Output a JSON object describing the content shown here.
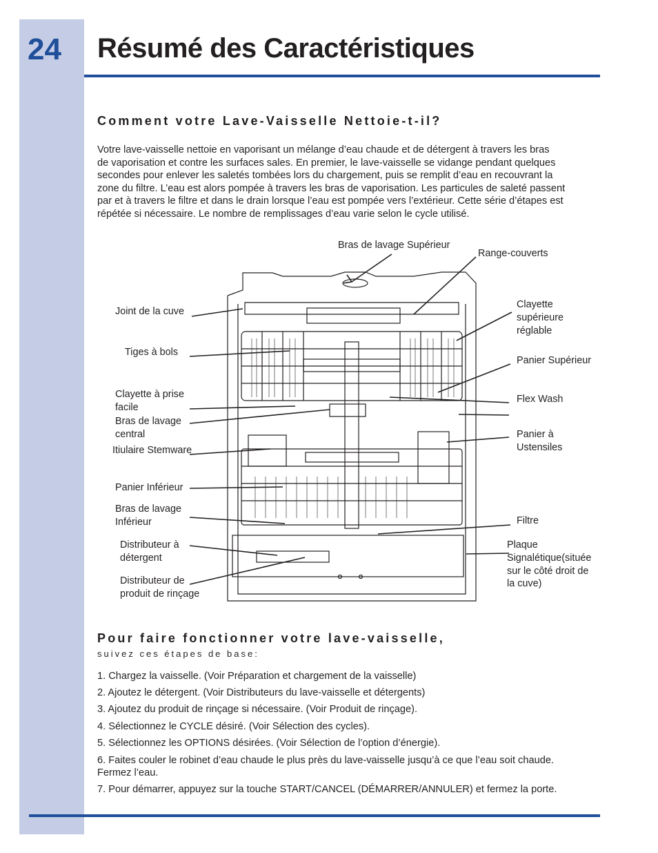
{
  "page": {
    "number": "24",
    "title": "Résumé des Caractéristiques"
  },
  "section1": {
    "heading": "Comment votre Lave-Vaisselle Nettoie-t-il?",
    "lines": [
      "Votre lave-vaisselle nettoie en vaporisant un mélange d’eau chaude et de détergent à travers les bras",
      "de vaporisation et contre les surfaces sales. En premier, le lave-vaisselle se vidange pendant quelques",
      "secondes pour enlever les saletés tombées lors du chargement, puis se remplit d’eau en recouvrant la",
      "zone du filtre. L’eau est alors pompée à travers les bras de vaporisation. Les particules de saleté passent",
      "par et à travers le filtre et dans le drain lorsque l’eau est pompée vers l’extérieur. Cette série d’étapes est",
      "répétée si nécessaire. Le nombre de remplissages d’eau varie selon le cycle utilisé."
    ]
  },
  "diagram": {
    "labels": {
      "bras_superieur": "Bras de lavage Supérieur",
      "range_couverts": "Range-couverts",
      "joint_cuve": "Joint de la cuve",
      "clayette_sup_1": "Clayette",
      "clayette_sup_2": "supérieure",
      "clayette_sup_3": "réglable",
      "tiges_bols": "Tiges à bols",
      "panier_superieur": "Panier Supérieur",
      "clayette_prise_1": "Clayette à prise",
      "clayette_prise_2": "facile",
      "flex_wash": "Flex Wash",
      "bras_central_1": "Bras de lavage",
      "bras_central_2": "central",
      "panier_ustensiles_1": "Panier à",
      "panier_ustensiles_2": "Ustensiles",
      "stemware": "Itiulaire Stemware",
      "panier_inferieur": "Panier Inférieur",
      "bras_inferieur_1": "Bras de lavage",
      "bras_inferieur_2": "Inférieur",
      "filtre": "Filtre",
      "distributeur_det_1": "Distributeur à",
      "distributeur_det_2": "détergent",
      "plaque_1": "Plaque",
      "plaque_2": "Signalétique(située",
      "plaque_3": "sur le côté droit de",
      "plaque_4": "la cuve)",
      "distributeur_rinc_1": "Distributeur de",
      "distributeur_rinc_2": "produit de rinçage"
    }
  },
  "section2": {
    "heading": "Pour faire fonctionner votre lave-vaisselle,",
    "subheading": "suivez ces étapes de base:",
    "steps": [
      "1.  Chargez la vaisselle. (Voir Préparation et chargement de la vaisselle)",
      "2.  Ajoutez le détergent. (Voir Distributeurs du lave-vaisselle et détergents)",
      "3.  Ajoutez du produit de rinçage si nécessaire. (Voir Produit de rinçage).",
      "4.  Sélectionnez le CYCLE désiré. (Voir Sélection des cycles).",
      "5.  Sélectionnez les OPTIONS désirées. (Voir Sélection de l’option d’énergie).",
      "6.  Faites couler le robinet d’eau chaude le plus près du lave-vaisselle jusqu’à ce que l’eau soit chaude.",
      "Fermez l’eau.",
      "7.  Pour démarrer, appuyez sur la touche START/CANCEL (DÉMARRER/ANNULER) et fermez la porte."
    ]
  },
  "colors": {
    "accent": "#1f4e9a",
    "sidebar": "#c5cde6",
    "text": "#231f20"
  }
}
